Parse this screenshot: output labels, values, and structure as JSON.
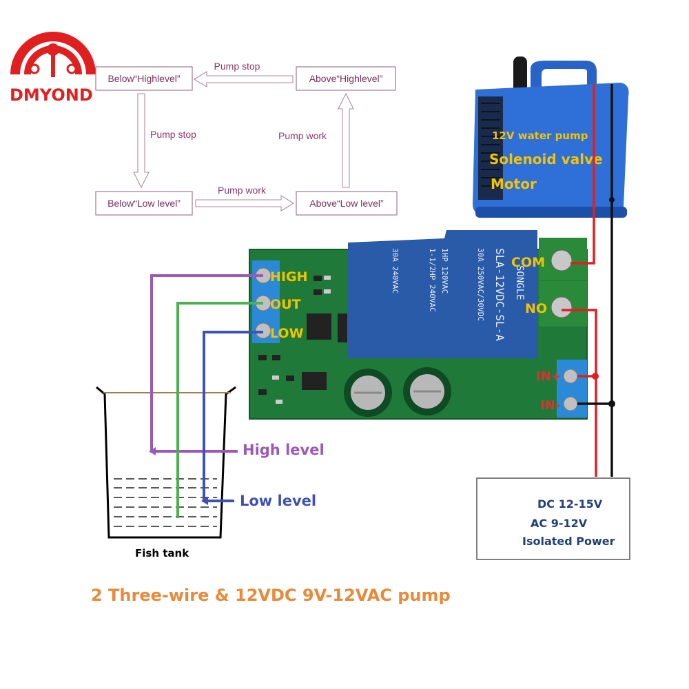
{
  "brand": {
    "name": "DMYOND"
  },
  "flow": {
    "boxes": {
      "below_high": "Below“Highlevel”",
      "above_high": "Above“Highlevel”",
      "below_low": "Below“Low level”",
      "above_low": "Above“Low level”"
    },
    "arrows": {
      "top": "Pump stop",
      "left": "Pump stop",
      "right": "Pump work",
      "bottom": "Pump work"
    }
  },
  "pump": {
    "line1": "12V water pump",
    "line2": "Solenoid valve",
    "line3": "Motor"
  },
  "relay": {
    "model": "SLA-12VDC-SL-A",
    "brand": "SONGLE",
    "spec1": "30A 250VAC/30VDC",
    "spec2": "1HP 120VAC",
    "spec3": "1-1/2HP 240VAC",
    "spec4": "30A 240VAC"
  },
  "terminals": {
    "high": "HIGH",
    "out": "OUT",
    "low": "LOW",
    "com": "COM",
    "no": "NO",
    "in_pos": "IN+",
    "in_neg": "IN-"
  },
  "levels": {
    "high": "High level",
    "low": "Low level"
  },
  "tank": {
    "label": "Fish tank"
  },
  "power": {
    "line1": "DC 12-15V",
    "line2": "AC 9-12V",
    "line3": "Isolated Power"
  },
  "caption": "2 Three-wire & 12VDC 9V-12VAC pump",
  "colors": {
    "wire_high": "#9b59b6",
    "wire_out": "#4caf50",
    "wire_low": "#3f51b5",
    "wire_red": "#e02020",
    "wire_black": "#111111",
    "pcb": "#1f7a3a",
    "relay": "#2a5ba8",
    "pump": "#2e6fd8"
  }
}
